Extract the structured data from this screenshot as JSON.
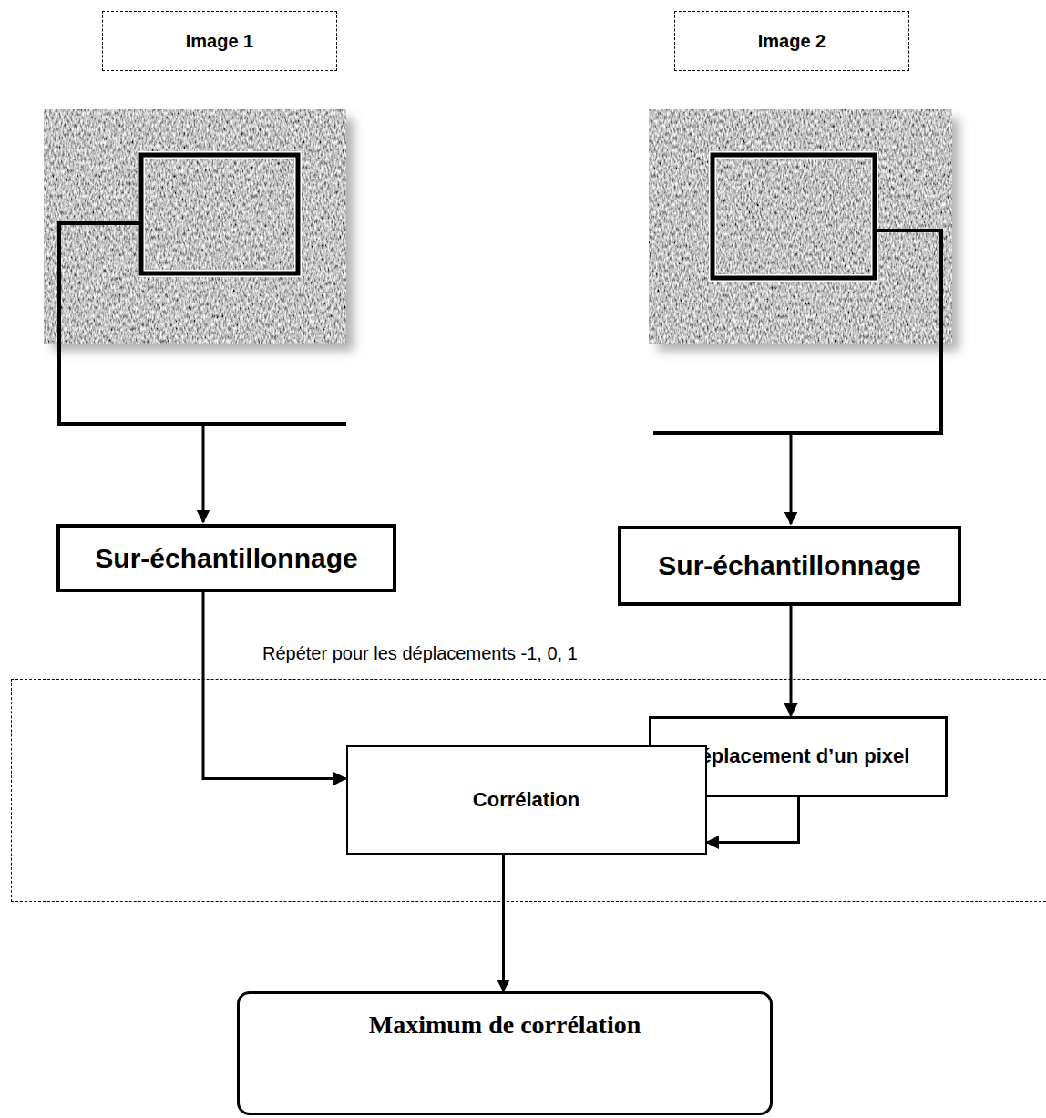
{
  "diagram": {
    "nodes": [
      {
        "text": [
          "Image 1"
        ]
      },
      {
        "text": [
          "Image 2"
        ]
      },
      {
        "text": [
          "Sur-échantillonnage"
        ]
      },
      {
        "text": [
          "Sur-échantillonnage"
        ]
      },
      {
        "text": [
          "Répéter pour les déplacements -1, 0, 1"
        ]
      },
      {
        "text": [
          "Déplacement d’un pixel"
        ],
        "in": 4
      },
      {
        "text": [
          "Corrélation"
        ],
        "in": 4
      },
      {
        "text": [
          "Maximum de corrélation"
        ]
      }
    ],
    "edges": [
      {
        "from": 2,
        "to": 6,
        "arrow": "to"
      },
      {
        "from": 3,
        "to": 5,
        "arrow": "to"
      },
      {
        "from": 5,
        "to": 6,
        "arrow": "to"
      },
      {
        "from": 6,
        "to": 7,
        "arrow": "to"
      }
    ]
  }
}
